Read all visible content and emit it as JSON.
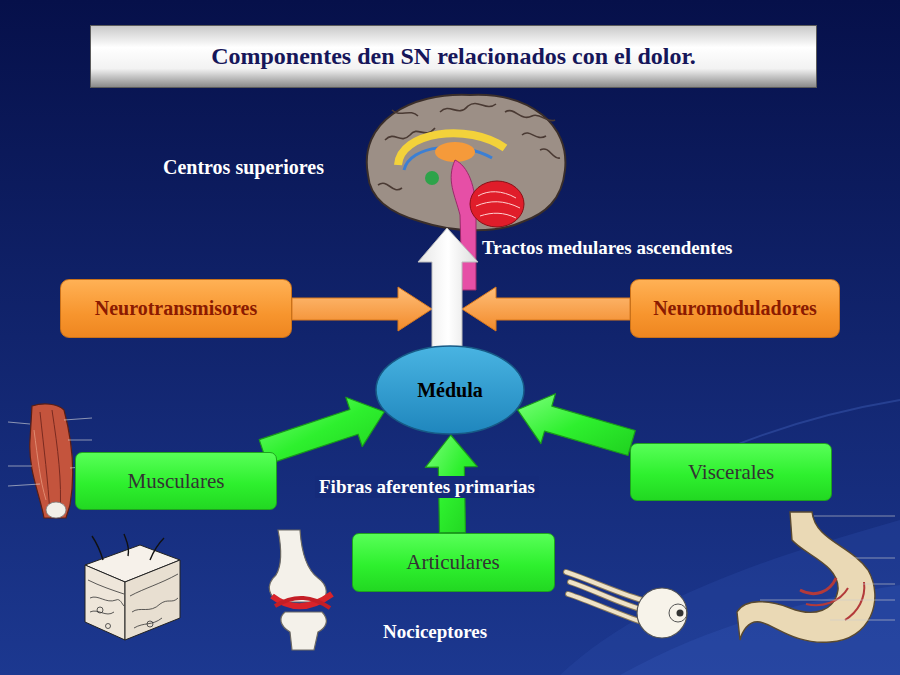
{
  "diagram": {
    "title": "Componentes den SN relacionados con el dolor.",
    "nodes": [
      {
        "text": [
          "Neurotransmisores"
        ]
      },
      {
        "text": [
          "Neuromoduladores"
        ]
      },
      {
        "text": [
          "Médula"
        ]
      },
      {
        "text": [
          "Musculares"
        ]
      },
      {
        "text": [
          "Viscerales"
        ]
      },
      {
        "text": [
          "Articulares"
        ]
      }
    ],
    "edges": [
      {
        "from": 3,
        "to": 2,
        "arrow": "to"
      },
      {
        "from": 4,
        "to": 2,
        "arrow": "to"
      },
      {
        "from": 5,
        "to": 2,
        "arrow": "to"
      }
    ],
    "labels": [
      "Centros superiores",
      "Tractos medulares ascendentes",
      "Fibras aferentes primarias",
      "Nociceptores"
    ]
  }
}
